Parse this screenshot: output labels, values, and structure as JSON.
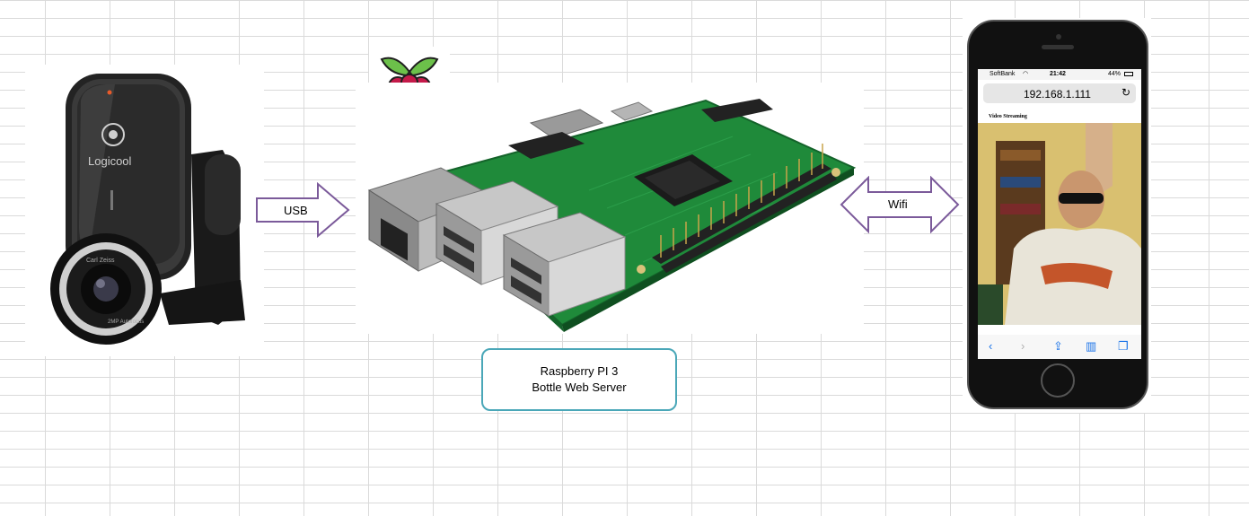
{
  "diagram": {
    "webcam": {
      "brand": "Logicool",
      "lens_text": "Carl Zeiss",
      "lens_spec": "2MP Autofocus"
    },
    "usb_arrow": {
      "label": "USB"
    },
    "raspberry_pi": {
      "line1": "Raspberry PI 3",
      "line2": "Bottle Web Server"
    },
    "wifi_arrow": {
      "label": "Wifi"
    },
    "phone": {
      "carrier": "SoftBank",
      "time": "21:42",
      "battery": "44%",
      "url": "192.168.1.111",
      "page_heading": "Video Streaming"
    }
  },
  "colors": {
    "arrow_stroke": "#7b5a9a",
    "callout_border": "#4aa7b8",
    "pcb_green": "#1f8a3a",
    "raspberry_red": "#c51a4a",
    "leaf_green": "#6cc04a"
  },
  "icons": [
    "raspberry-logo-icon",
    "back-icon",
    "forward-icon",
    "share-icon",
    "bookmarks-icon",
    "tabs-icon",
    "reload-icon",
    "wifi-status-icon",
    "battery-icon"
  ]
}
